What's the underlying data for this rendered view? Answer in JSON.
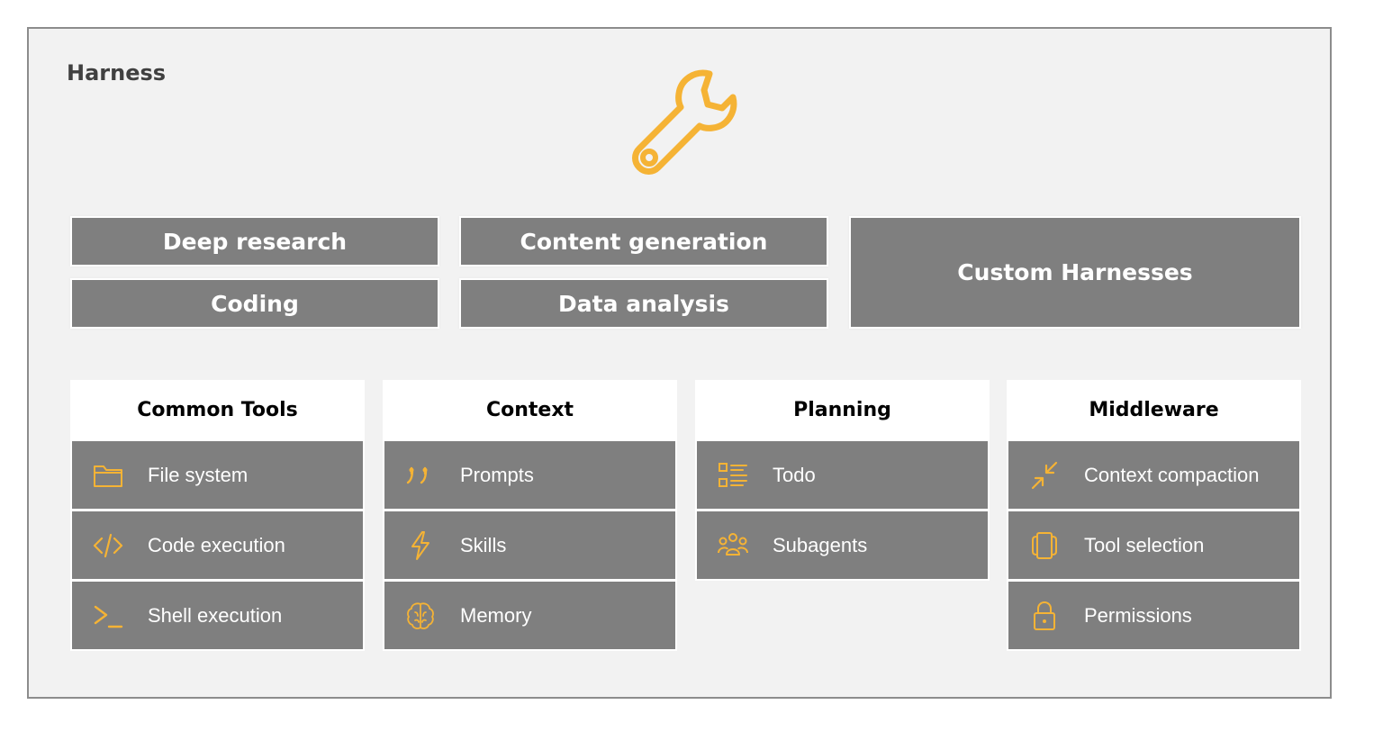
{
  "frame": {
    "title": "Harness"
  },
  "harnesses": {
    "deep_research": "Deep research",
    "content_generation": "Content generation",
    "coding": "Coding",
    "data_analysis": "Data analysis",
    "custom": "Custom Harnesses"
  },
  "columns": [
    {
      "title": "Common Tools",
      "items": [
        {
          "label": "File system",
          "icon": "folder-icon"
        },
        {
          "label": "Code execution",
          "icon": "code-icon"
        },
        {
          "label": "Shell execution",
          "icon": "terminal-icon"
        }
      ]
    },
    {
      "title": "Context",
      "items": [
        {
          "label": "Prompts",
          "icon": "quote-icon"
        },
        {
          "label": "Skills",
          "icon": "lightning-icon"
        },
        {
          "label": "Memory",
          "icon": "brain-icon"
        }
      ]
    },
    {
      "title": "Planning",
      "items": [
        {
          "label": "Todo",
          "icon": "checklist-icon"
        },
        {
          "label": "Subagents",
          "icon": "people-icon"
        }
      ]
    },
    {
      "title": "Middleware",
      "items": [
        {
          "label": "Context compaction",
          "icon": "compress-icon"
        },
        {
          "label": "Tool selection",
          "icon": "carousel-icon"
        },
        {
          "label": "Permissions",
          "icon": "lock-icon"
        }
      ]
    }
  ],
  "colors": {
    "accent": "#f5b335",
    "box": "#7f7f7f",
    "frame_bg": "#f2f2f2",
    "frame_border": "#8c8c8c"
  }
}
